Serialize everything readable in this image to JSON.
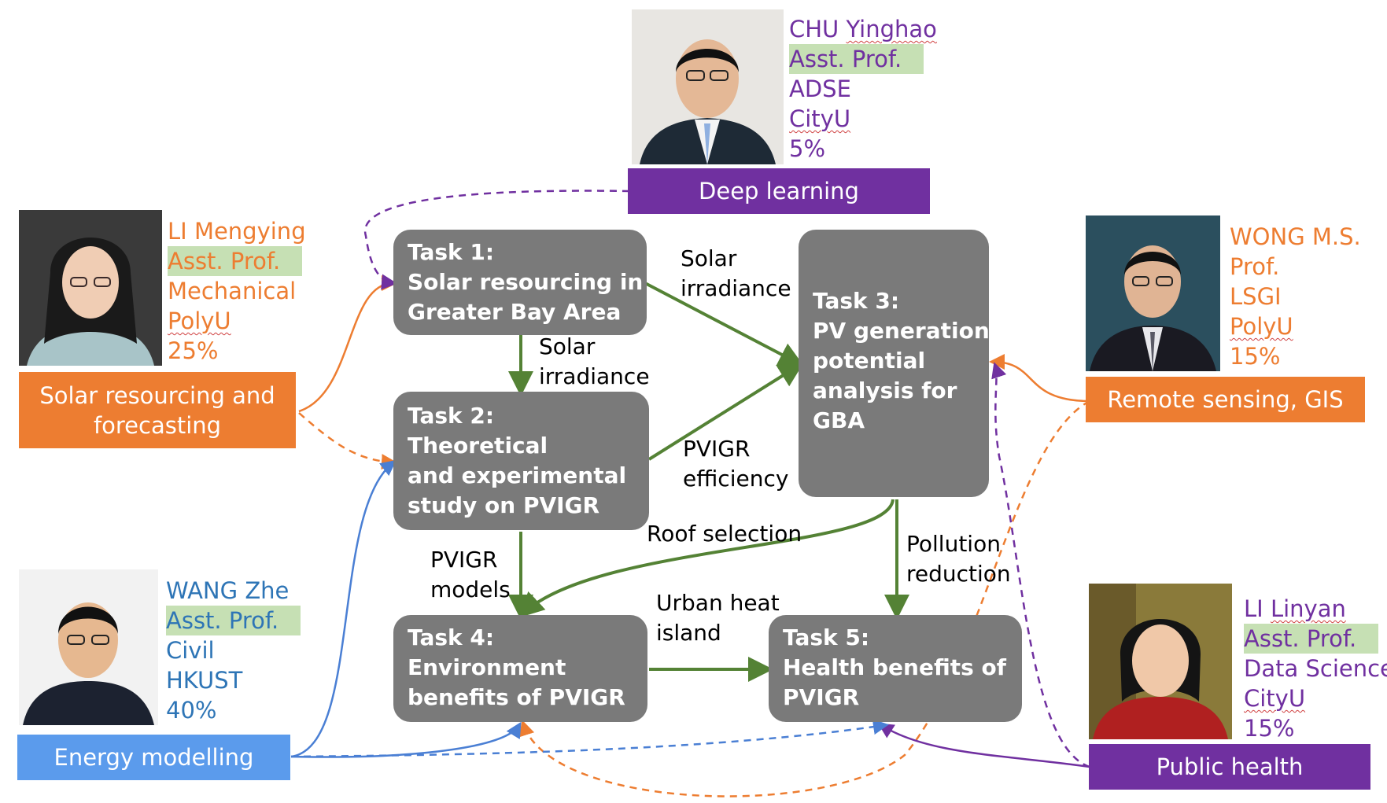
{
  "tasks": [
    {
      "id": "task-1",
      "lines": [
        "Task 1:",
        "Solar resourcing in",
        "Greater Bay Area"
      ]
    },
    {
      "id": "task-2",
      "lines": [
        "Task 2:",
        "Theoretical",
        "and experimental",
        "study on PVIGR"
      ]
    },
    {
      "id": "task-3",
      "lines": [
        "Task 3:",
        "PV generation",
        "potential",
        "analysis for",
        "GBA"
      ]
    },
    {
      "id": "task-4",
      "lines": [
        "Task 4:",
        "Environment",
        "benefits of PVIGR"
      ]
    },
    {
      "id": "task-5",
      "lines": [
        "Task 5:",
        "Health benefits of",
        "PVIGR"
      ]
    }
  ],
  "flows": {
    "t1_t3": [
      "Solar",
      "irradiance"
    ],
    "t1_t2": [
      "Solar",
      "irradiance"
    ],
    "t2_t3": [
      "PVIGR",
      "efficiency"
    ],
    "roof": "Roof selection",
    "t3_t5": [
      "Pollution",
      "reduction"
    ],
    "t2_t4": [
      "PVIGR",
      "models"
    ],
    "t4_t5": [
      "Urban heat",
      "island"
    ]
  },
  "people": {
    "chu": {
      "name_first": "CHU ",
      "name_last": "Yinghao",
      "title": "Asst. Prof.",
      "dept": "ADSE",
      "inst": "CityU",
      "share": "5%",
      "area": "Deep learning"
    },
    "li_m": {
      "name_first": "LI ",
      "name_last": "Mengying",
      "title": "Asst. Prof.",
      "dept": "Mechanical",
      "inst": "PolyU",
      "share": "25%",
      "area_lines": [
        "Solar resourcing and",
        "forecasting"
      ]
    },
    "wong": {
      "name_first": "WONG ",
      "name_last": "M.S.",
      "title": "Prof.",
      "dept": "LSGI",
      "inst": "PolyU",
      "share": "15%",
      "area": "Remote sensing, GIS"
    },
    "wang": {
      "name_first": "WANG ",
      "name_last": "Zhe",
      "title": "Asst. Prof.",
      "dept": "Civil",
      "inst": "HKUST",
      "share": "40%",
      "area": "Energy modelling"
    },
    "li_l": {
      "name_first": "LI ",
      "name_last": "Linyan",
      "title": "Asst. Prof.",
      "dept": "Data Science",
      "inst": "CityU",
      "share": "15%",
      "area": "Public health"
    }
  },
  "colors": {
    "task_fill": "#7a7a7a",
    "flow_green": "#548235",
    "orange": "#ed7d31",
    "purple": "#7030a0",
    "blue": "#4a7fd4",
    "label_blue": "#5b9bec",
    "highlight": "#c6e0b4"
  }
}
